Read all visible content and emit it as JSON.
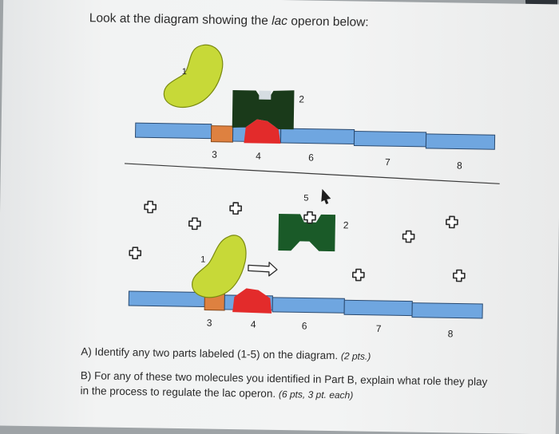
{
  "instructions": {
    "prefix": "Look at the diagram showing the ",
    "italic": "lac",
    "suffix": " operon below:"
  },
  "diagram_top": {
    "labels": {
      "n1": "1",
      "n2": "2",
      "n3": "3",
      "n4": "4",
      "n6": "6",
      "n7": "7",
      "n8": "8"
    }
  },
  "diagram_bottom": {
    "labels": {
      "n1": "1",
      "n2": "2",
      "n3": "3",
      "n4": "4",
      "n5": "5",
      "n6": "6",
      "n7": "7",
      "n8": "8"
    }
  },
  "colors": {
    "dna_blue": "#6fa6e0",
    "promoter_orange": "#de8140",
    "operator_red": "#e32b2b",
    "repressor_green": "#1a3a1a",
    "polymerase_yellow": "#c7d938",
    "inducer_white": "#ffffff"
  },
  "questions": {
    "a": {
      "text": "A) Identify any two parts labeled (1-5) on the diagram.",
      "points": "(2 pts.)"
    },
    "b": {
      "line1": "B) For any of these two molecules you identified in Part B, explain what role they play",
      "line2": "in the process to regulate the lac operon.",
      "points": "(6 pts, 3 pt. each)"
    }
  }
}
